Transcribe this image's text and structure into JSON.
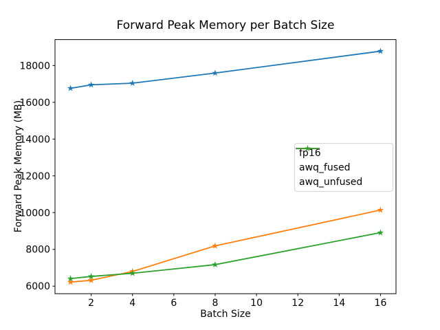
{
  "chart_data": {
    "type": "line",
    "title": "Forward Peak Memory per Batch Size",
    "xlabel": "Batch Size",
    "ylabel": "Forward Peak Memory (MB)",
    "x": [
      1,
      2,
      4,
      8,
      16
    ],
    "series": [
      {
        "name": "fp16",
        "color": "#1f77b4",
        "marker": "star",
        "values": [
          16760,
          16950,
          17040,
          17590,
          18780
        ]
      },
      {
        "name": "awq_fused",
        "color": "#ff7f0e",
        "marker": "star",
        "values": [
          6220,
          6320,
          6800,
          8190,
          10140
        ]
      },
      {
        "name": "awq_unfused",
        "color": "#2ca02c",
        "marker": "star",
        "values": [
          6410,
          6530,
          6700,
          7170,
          8910
        ]
      }
    ],
    "xlim": [
      0.25,
      16.75
    ],
    "ylim": [
      5590,
      19410
    ],
    "xticks": [
      2,
      4,
      6,
      8,
      10,
      12,
      14,
      16
    ],
    "yticks": [
      6000,
      8000,
      10000,
      12000,
      14000,
      16000,
      18000
    ],
    "grid": false,
    "legend_position": "right-center-inside",
    "axis_color": "#000000"
  }
}
